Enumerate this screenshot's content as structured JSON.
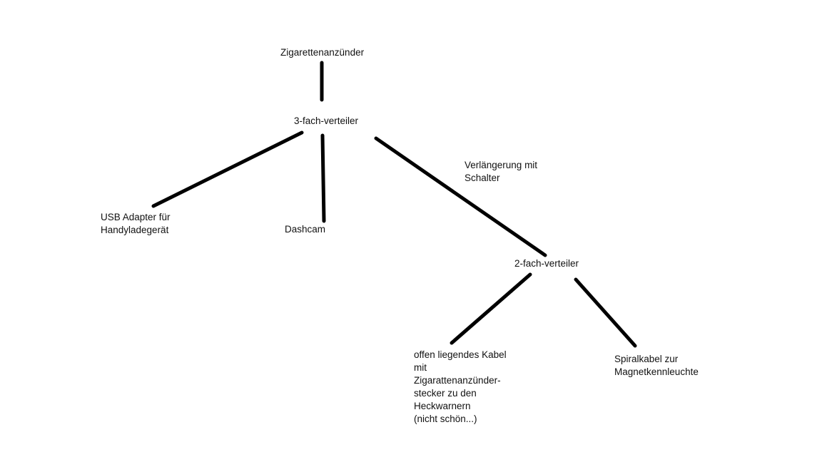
{
  "nodes": {
    "root": "Zigarettenanzünder",
    "splitter3": "3-fach-verteiler",
    "usb": [
      "USB Adapter für",
      "Handyladegerät"
    ],
    "dashcam": "Dashcam",
    "extension": [
      "Verlängerung mit",
      "Schalter"
    ],
    "splitter2": "2-fach-verteiler",
    "cable": [
      "offen liegendes Kabel",
      "mit",
      "Zigarattenanzünder-",
      "stecker zu den",
      "Heckwarnern",
      "(nicht schön...)"
    ],
    "spiral": [
      "Spiralkabel zur",
      "Magnetkennleuchte"
    ]
  },
  "colors": {
    "line": "#000000",
    "text": "#111111",
    "background": "#ffffff"
  }
}
